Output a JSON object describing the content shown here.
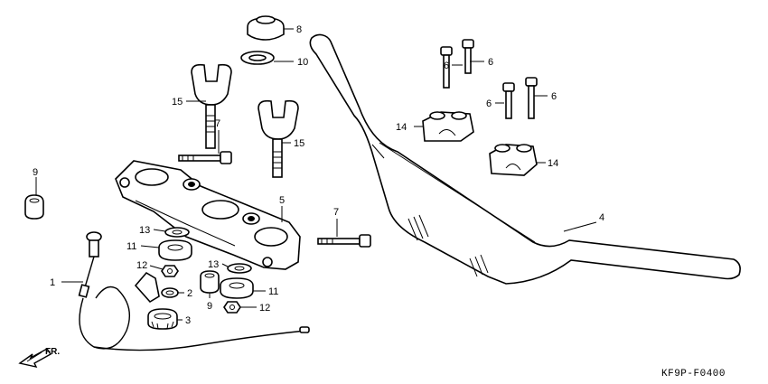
{
  "diagram_code": "KF9P-F0400",
  "direction_label": "FR.",
  "callouts": {
    "c1": "1",
    "c2": "2",
    "c3": "3",
    "c4": "4",
    "c5": "5",
    "c6a": "6",
    "c6b": "6",
    "c6c": "6",
    "c6d": "6",
    "c7a": "7",
    "c7b": "7",
    "c8": "8",
    "c9a": "9",
    "c9b": "9",
    "c10": "10",
    "c11a": "11",
    "c11b": "11",
    "c12a": "12",
    "c12b": "12",
    "c13a": "13",
    "c13b": "13",
    "c14a": "14",
    "c14b": "14",
    "c15a": "15",
    "c15b": "15"
  }
}
